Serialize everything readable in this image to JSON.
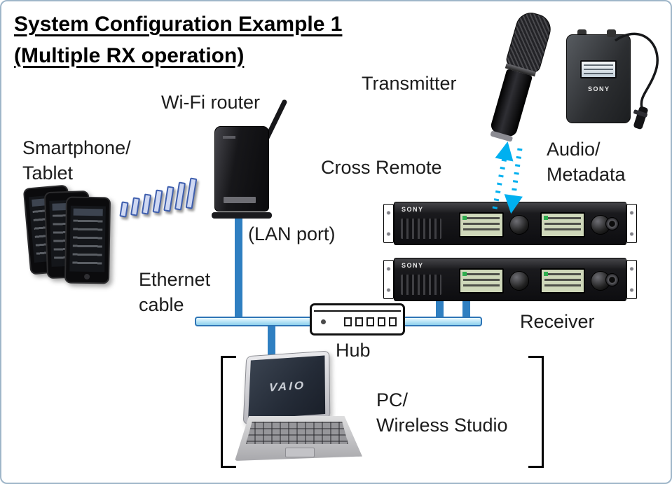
{
  "title": {
    "line1": "System Configuration Example 1",
    "line2": "(Multiple RX operation)"
  },
  "labels": {
    "transmitter": "Transmitter",
    "wifi_router": "Wi-Fi router",
    "smartphone_tablet": "Smartphone/\nTablet",
    "cross_remote": "Cross Remote",
    "audio_metadata": "Audio/\nMetadata",
    "lan_port": "(LAN port)",
    "ethernet_cable": "Ethernet\ncable",
    "hub": "Hub",
    "receiver": "Receiver",
    "pc_wireless_studio": "PC/\nWireless Studio"
  },
  "devices": {
    "receiver_brand": "SONY",
    "bodypack_brand": "SONY",
    "laptop_brand": "VAIO"
  },
  "colors": {
    "cable_blue": "#2f7fc1",
    "ethernet_bar_fill": "#b6e3f6",
    "arrow_cyan": "#00b0f0",
    "wifi_signal_fill": "#cfd8f2",
    "wifi_signal_border": "#3f5fae"
  }
}
